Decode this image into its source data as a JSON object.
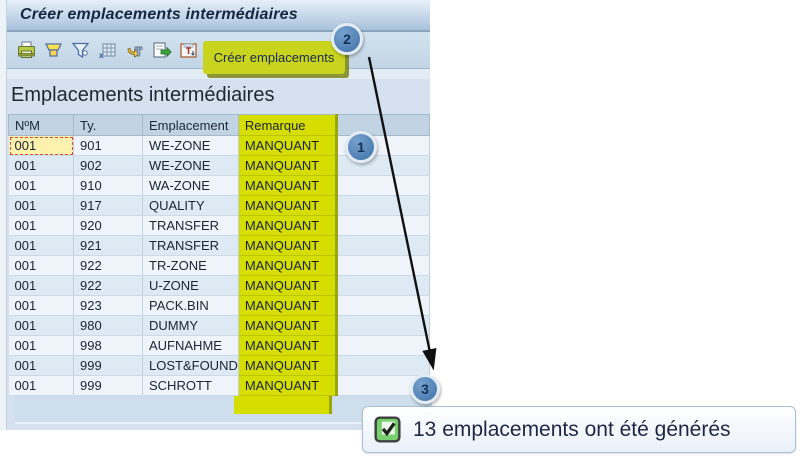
{
  "window": {
    "title": "Créer emplacements intermédiaires",
    "toolbar": {
      "tooltip_label": "Créer emplacements",
      "icons": [
        "print-icon",
        "sort-icon",
        "filter-icon",
        "sum-grid-icon",
        "refresh-icon",
        "export-icon",
        "local-file-icon"
      ]
    },
    "section_title": "Emplacements intermédiaires",
    "table": {
      "columns": [
        "NºM",
        "Ty.",
        "Emplacement",
        "Remarque"
      ],
      "rows": [
        [
          "001",
          "901",
          "WE-ZONE",
          "MANQUANT"
        ],
        [
          "001",
          "902",
          "WE-ZONE",
          "MANQUANT"
        ],
        [
          "001",
          "910",
          "WA-ZONE",
          "MANQUANT"
        ],
        [
          "001",
          "917",
          "QUALITY",
          "MANQUANT"
        ],
        [
          "001",
          "920",
          "TRANSFER",
          "MANQUANT"
        ],
        [
          "001",
          "921",
          "TRANSFER",
          "MANQUANT"
        ],
        [
          "001",
          "922",
          "TR-ZONE",
          "MANQUANT"
        ],
        [
          "001",
          "922",
          "U-ZONE",
          "MANQUANT"
        ],
        [
          "001",
          "923",
          "PACK.BIN",
          "MANQUANT"
        ],
        [
          "001",
          "980",
          "DUMMY",
          "MANQUANT"
        ],
        [
          "001",
          "998",
          "AUFNAHME",
          "MANQUANT"
        ],
        [
          "001",
          "999",
          "LOST&FOUND",
          "MANQUANT"
        ],
        [
          "001",
          "999",
          "SCHROTT",
          "MANQUANT"
        ]
      ],
      "selected_cell_value": "001"
    }
  },
  "callouts": [
    {
      "label": "1"
    },
    {
      "label": "2"
    },
    {
      "label": "3"
    }
  ],
  "status_message": {
    "icon": "green-check-icon",
    "text": "13 emplacements ont été générés"
  },
  "colors": {
    "highlight_yellow": "#d6de00",
    "callout_blue": "#4a7ab0",
    "success_green": "#6cc24a",
    "titlebar_blue": "#a9c2dc"
  }
}
